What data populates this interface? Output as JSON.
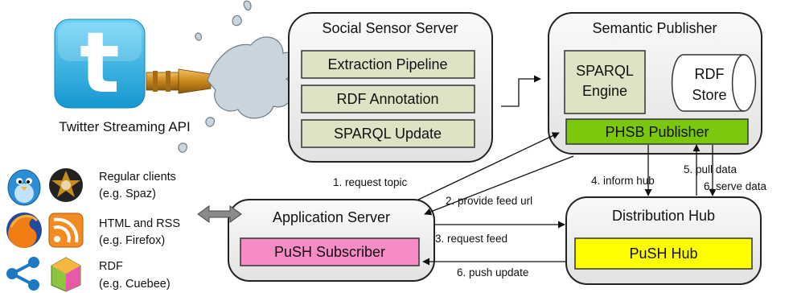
{
  "twitter": {
    "label": "Twitter Streaming API",
    "logo_letter": "t",
    "colors": {
      "logo_top": "#5fcdf3",
      "logo_bottom": "#1aa0d6",
      "hose": "#d49a27",
      "splash": "#c8d3dc"
    }
  },
  "social_sensor": {
    "title": "Social Sensor Server",
    "components": [
      "Extraction Pipeline",
      "RDF Annotation",
      "SPARQL Update"
    ],
    "component_fill": "#dde3c4"
  },
  "semantic_publisher": {
    "title": "Semantic Publisher",
    "engine": [
      "SPARQL",
      "Engine"
    ],
    "store": [
      "RDF",
      "Store"
    ],
    "publisher": "PHSB Publisher",
    "publisher_fill": "#7ac70c"
  },
  "application_server": {
    "title": "Application Server",
    "subscriber": "PuSH Subscriber",
    "subscriber_fill": "#f58cc6"
  },
  "distribution_hub": {
    "title": "Distribution Hub",
    "hub": "PuSH Hub",
    "hub_fill": "#ffff00"
  },
  "clients": [
    {
      "lines": [
        "Regular clients",
        "(e.g. Spaz)"
      ],
      "icons": [
        "bird-icon",
        "spaz-icon"
      ]
    },
    {
      "lines": [
        "HTML and RSS",
        "(e.g. Firefox)"
      ],
      "icons": [
        "firefox-icon",
        "rss-icon"
      ]
    },
    {
      "lines": [
        "RDF",
        "(e.g. Cuebee)"
      ],
      "icons": [
        "share-icon",
        "cuebee-icon"
      ]
    }
  ],
  "edges": {
    "request_topic": "1. request topic",
    "provide_feed_url": "2. provide feed url",
    "request_feed": "3. request feed",
    "inform_hub": "4. inform hub",
    "pull_data": "5. pull data",
    "serve_data": "6. serve data",
    "push_update": "6. push update"
  },
  "colors": {
    "box_fill": "#ececec",
    "box_stroke": "#222222",
    "arrow": "#111111"
  }
}
